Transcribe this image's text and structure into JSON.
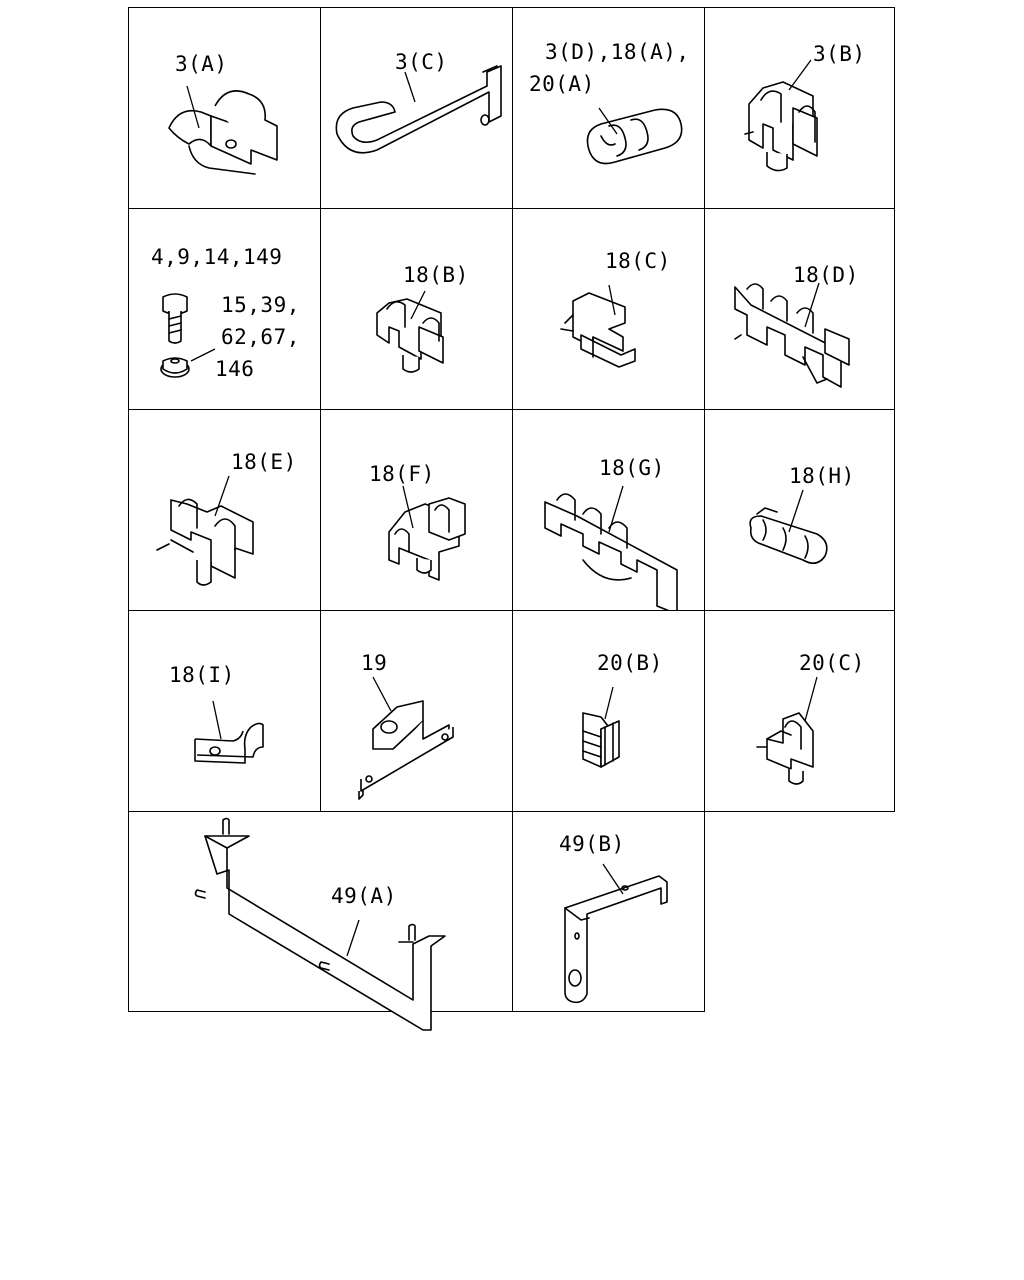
{
  "parts": {
    "c3a": "3(A)",
    "c3c": "3(C)",
    "c3d_l1": "3(D),18(A),",
    "c3d_l2": "20(A)",
    "c3b": "3(B)",
    "bolt_l1": "4,9,14,149",
    "bolt_l2": "15,39,",
    "bolt_l3": "62,67,",
    "bolt_l4": "146",
    "c18b": "18(B)",
    "c18c": "18(C)",
    "c18d": "18(D)",
    "c18e": "18(E)",
    "c18f": "18(F)",
    "c18g": "18(G)",
    "c18h": "18(H)",
    "c18i": "18(I)",
    "c19": "19",
    "c20b": "20(B)",
    "c20c": "20(C)",
    "c49a": "49(A)",
    "c49b": "49(B)"
  },
  "icons": {
    "clip": "pipe-clip-icon",
    "bracket": "bracket-icon",
    "bolt": "bolt-icon",
    "nut": "flange-nut-icon"
  }
}
